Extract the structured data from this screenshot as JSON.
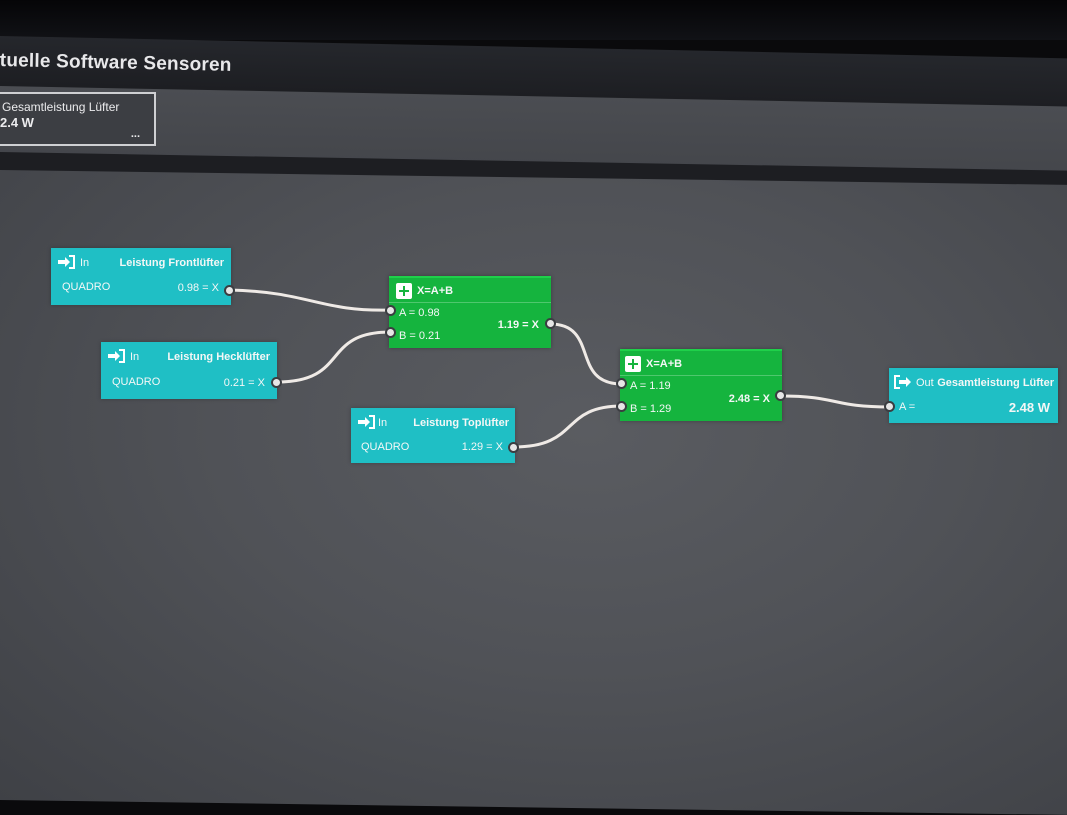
{
  "window": {
    "title": "tuelle Software Sensoren"
  },
  "sensor_tile": {
    "name": "Gesamtleistung Lüfter",
    "value": "2.4 W",
    "more": "..."
  },
  "nodes": {
    "in_front": {
      "kind": "In",
      "name": "Leistung Frontlüfter",
      "source": "QUADRO",
      "output": "0.98 = X"
    },
    "in_rear": {
      "kind": "In",
      "name": "Leistung Hecklüfter",
      "source": "QUADRO",
      "output": "0.21 = X"
    },
    "in_top": {
      "kind": "In",
      "name": "Leistung Toplüfter",
      "source": "QUADRO",
      "output": "1.29 = X"
    },
    "add1": {
      "formula": "X=A+B",
      "input_a": "A = 0.98",
      "input_b": "B = 0.21",
      "output": "1.19 = X"
    },
    "add2": {
      "formula": "X=A+B",
      "input_a": "A = 1.19",
      "input_b": "B = 1.29",
      "output": "2.48 = X"
    },
    "out_total": {
      "kind": "Out",
      "name": "Gesamtleistung Lüfter",
      "input_a": "A =",
      "value": "2.48 W"
    }
  },
  "colors": {
    "io_node": "#1fbfc5",
    "add_node": "#15b43e",
    "wire": "#efeae6",
    "canvas": "#505257"
  },
  "icons": {
    "in": "sign-in-icon",
    "out": "sign-out-icon",
    "add": "plus-square-icon"
  }
}
